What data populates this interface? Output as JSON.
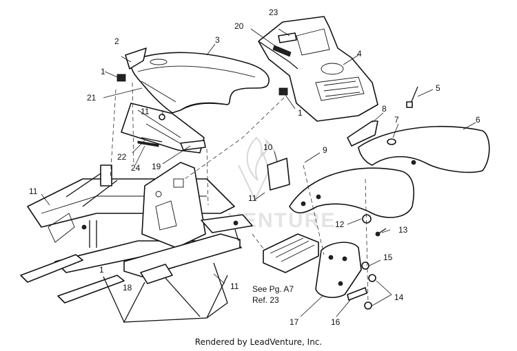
{
  "callouts": [
    "1",
    "1",
    "1",
    "2",
    "3",
    "4",
    "5",
    "6",
    "7",
    "8",
    "9",
    "10",
    "11",
    "11",
    "11",
    "11",
    "12",
    "13",
    "14",
    "15",
    "16",
    "17",
    "18",
    "19",
    "20",
    "21",
    "22",
    "23",
    "24"
  ],
  "note": {
    "line1": "See Pg. A7",
    "line2": "Ref. 23"
  },
  "watermark": {
    "text": "VENTURE"
  },
  "footer": {
    "text": "Rendered by LeadVenture, Inc."
  }
}
